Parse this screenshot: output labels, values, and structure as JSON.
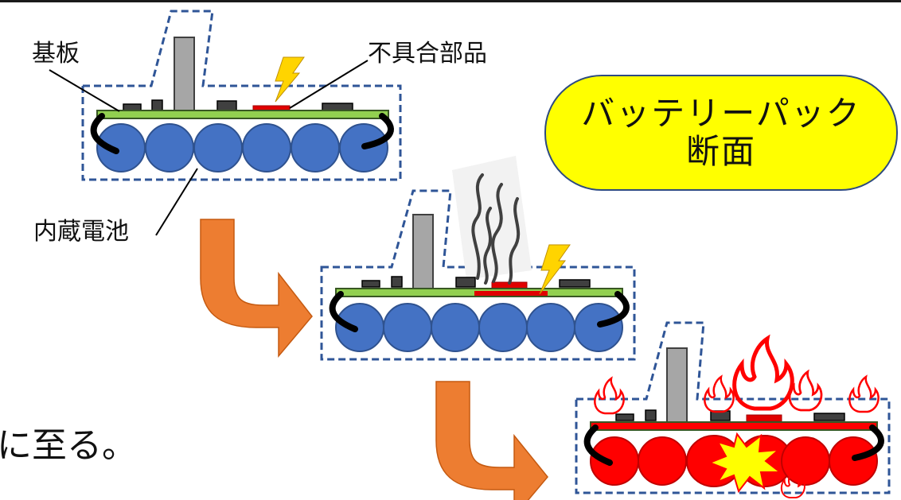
{
  "labels": {
    "board": "基板",
    "defective_part": "不具合部品",
    "battery_cells": "内蔵電池",
    "caption_fragment": "に至る。"
  },
  "callout": {
    "line1": "バッテリーパック",
    "line2": "断面"
  },
  "colors": {
    "cell_normal": "#4472c4",
    "cell_fire": "#ff0000",
    "board": "#92d050",
    "defect": "#e00000",
    "arrow": "#ed7d31",
    "outline_dash": "#2f5597",
    "callout_bg": "#ffff00"
  }
}
